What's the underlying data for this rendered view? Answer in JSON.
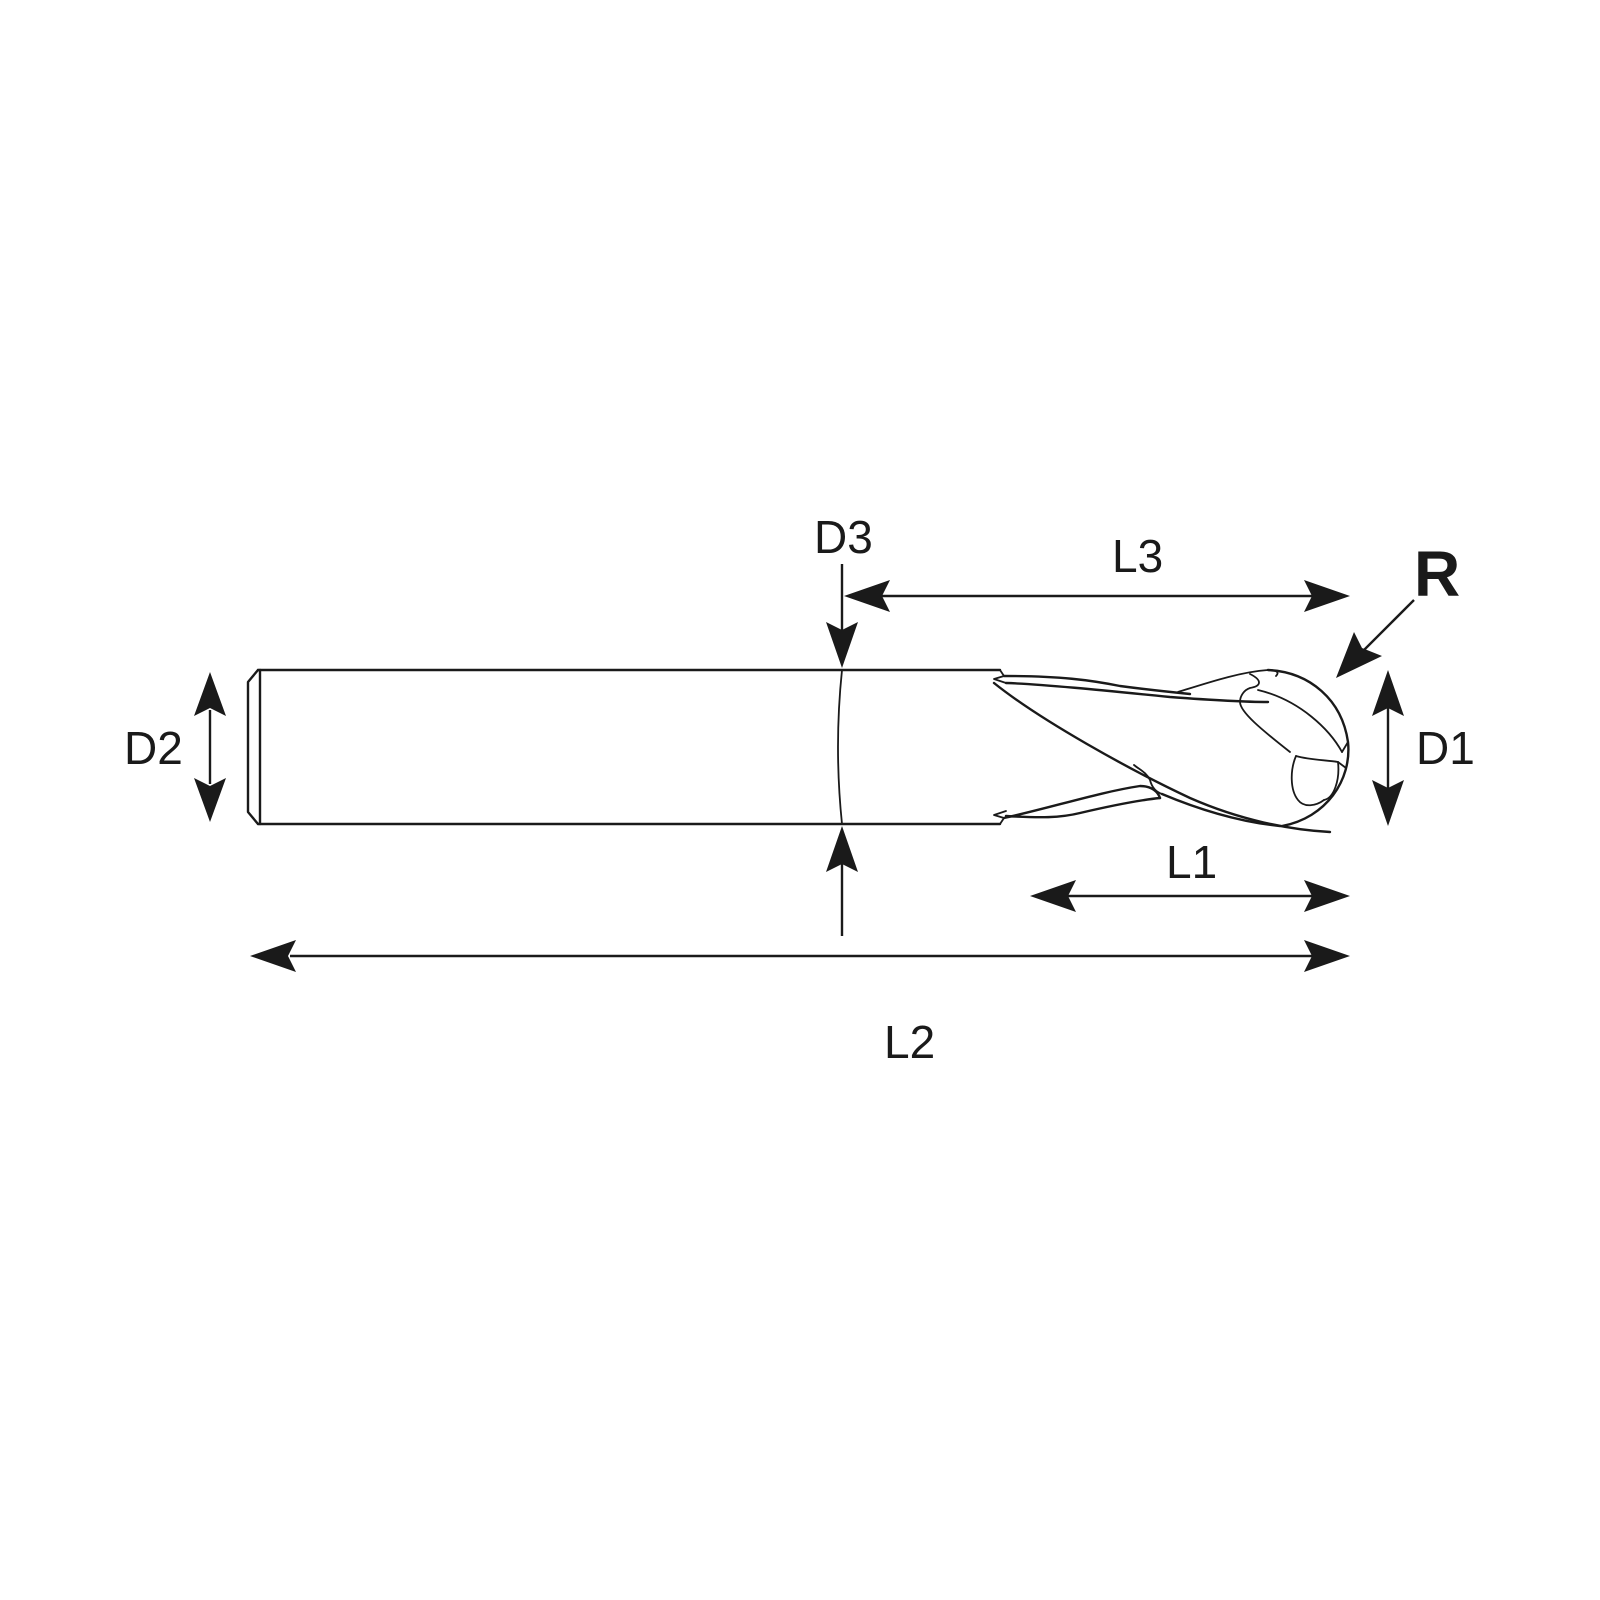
{
  "drawing": {
    "subject": "ball-nose-end-mill",
    "line_color": "#1a1a1a",
    "background": "#ffffff"
  },
  "labels": {
    "d1": "D1",
    "d2": "D2",
    "d3": "D3",
    "l1": "L1",
    "l2": "L2",
    "l3": "L3",
    "r": "R"
  }
}
